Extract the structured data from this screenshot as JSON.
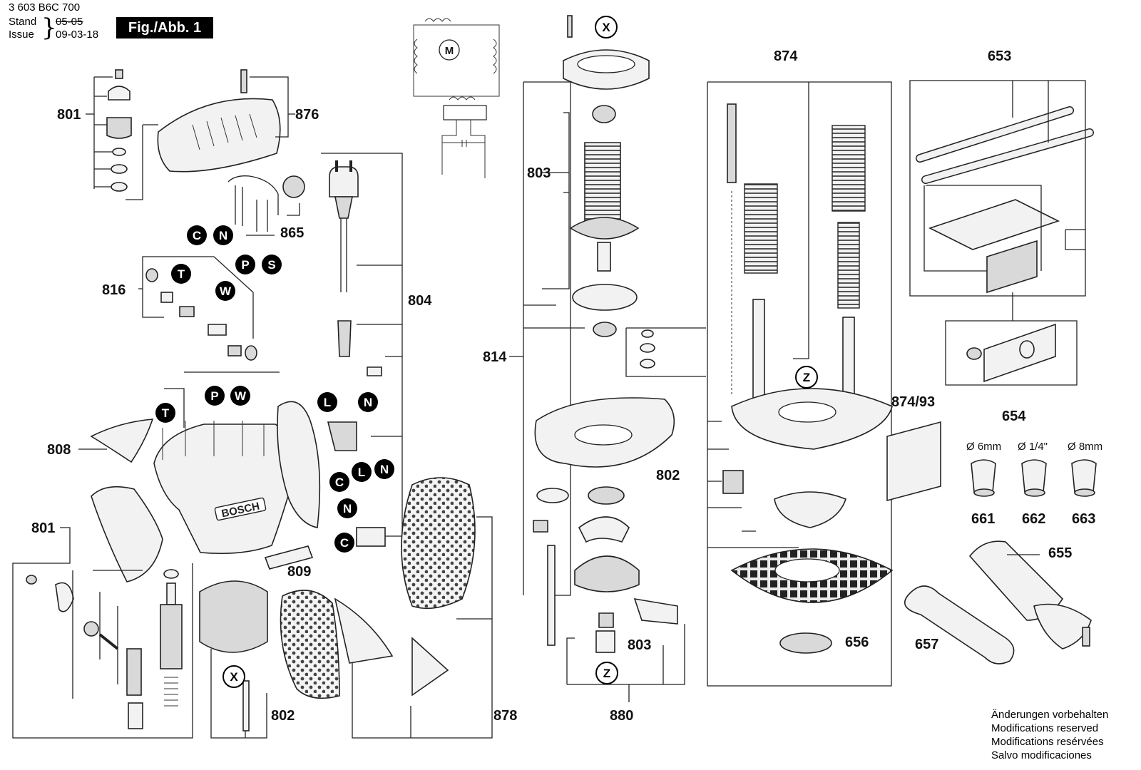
{
  "header": {
    "doc_number": "3 603 B6C 700",
    "stand_label": "Stand",
    "stand_value": "05-05",
    "issue_label": "Issue",
    "issue_value": "09-03-18",
    "figure_label": "Fig./Abb. 1"
  },
  "callouts": {
    "p801_top": "801",
    "p876": "876",
    "p865": "865",
    "p816": "816",
    "p804": "804",
    "p808": "808",
    "p801_left": "801",
    "p809": "809",
    "p802_left": "802",
    "p878": "878",
    "p803_top": "803",
    "p814": "814",
    "p802_mid": "802",
    "p803_bot": "803",
    "p880": "880",
    "p874": "874",
    "p874_93": "874/93",
    "p653": "653",
    "p654": "654",
    "p661": "661",
    "p662": "662",
    "p663": "663",
    "p655": "655",
    "p656": "656",
    "p657": "657"
  },
  "collet_sizes": {
    "size_661": "Ø 6mm",
    "size_662": "Ø 1/4\"",
    "size_663": "Ø 8mm"
  },
  "circle_markers": {
    "c_865": "C",
    "n_865": "N",
    "p_865": "P",
    "s_865": "S",
    "t_816": "T",
    "w_816": "W",
    "t_housing": "T",
    "p_housing": "P",
    "w_housing": "W",
    "l_cable": "L",
    "n_cable": "N",
    "c_switch": "C",
    "l_switch": "L",
    "n_switch": "N",
    "n_brush": "N",
    "c_brush": "C",
    "x_top": "X",
    "x_bottom": "X",
    "z_bottom": "Z",
    "z_base": "Z"
  },
  "schematic": {
    "motor_label": "M"
  },
  "brand": {
    "logo_text": "BOSCH"
  },
  "notes": [
    "Änderungen vorbehalten",
    "Modifications reserved",
    "Modifications resérvées",
    "Salvo modificaciones"
  ]
}
